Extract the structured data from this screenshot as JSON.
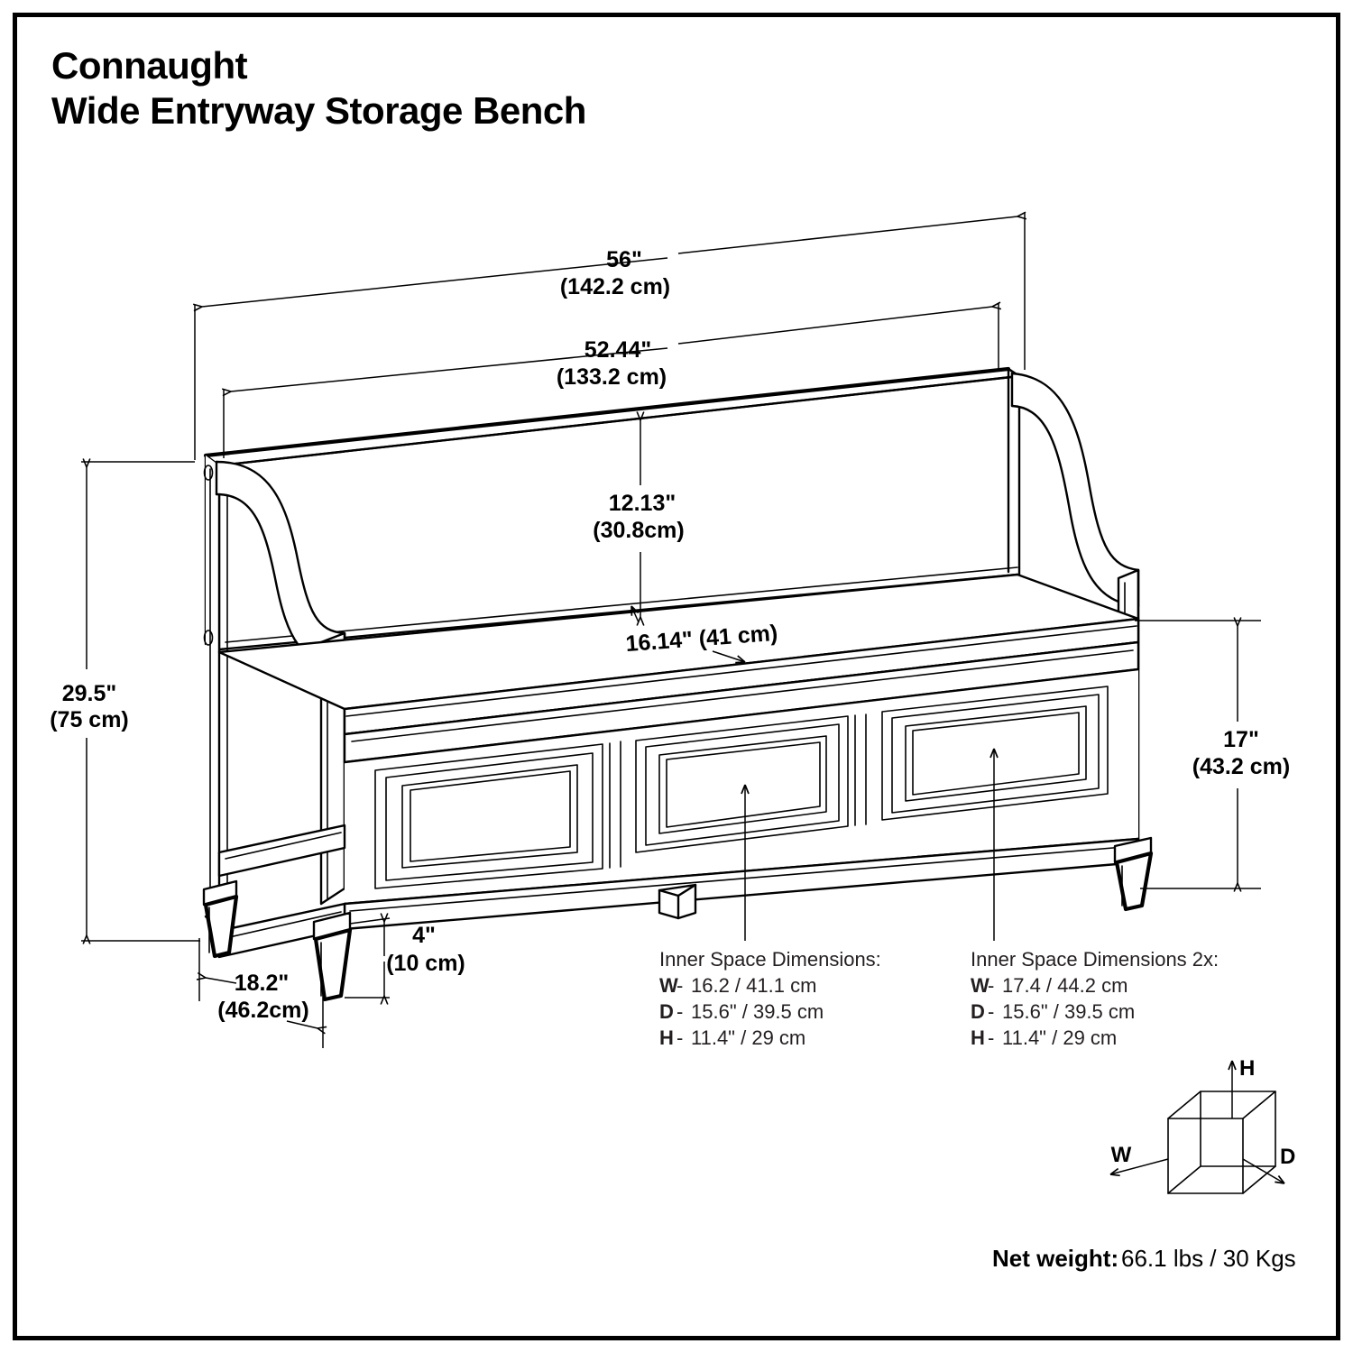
{
  "title": {
    "line1": "Connaught",
    "line2": "Wide Entryway Storage Bench"
  },
  "dimensions": {
    "overall_width": {
      "imperial": "56\"",
      "metric": "(142.2 cm)"
    },
    "inner_width": {
      "imperial": "52.44\"",
      "metric": "(133.2 cm)"
    },
    "back_height": {
      "imperial": "12.13\"",
      "metric": "(30.8cm)"
    },
    "seat_depth": {
      "combined": "16.14\" (41 cm)"
    },
    "overall_height": {
      "imperial": "29.5\"",
      "metric": "(75 cm)"
    },
    "seat_height": {
      "imperial": "17\"",
      "metric": "(43.2 cm)"
    },
    "leg_height": {
      "imperial": "4\"",
      "metric": "(10 cm)"
    },
    "overall_depth": {
      "imperial": "18.2\"",
      "metric": "(46.2cm)"
    }
  },
  "inner_space_1": {
    "heading": "Inner Space Dimensions:",
    "rows": [
      {
        "key": "W",
        "sep": "-",
        "value": "16.2 / 41.1 cm"
      },
      {
        "key": "D",
        "sep": "-",
        "value": "15.6\" / 39.5 cm"
      },
      {
        "key": "H",
        "sep": "-",
        "value": "11.4\" / 29 cm"
      }
    ]
  },
  "inner_space_2": {
    "heading": "Inner Space Dimensions 2x:",
    "rows": [
      {
        "key": "W",
        "sep": "-",
        "value": "17.4 / 44.2 cm"
      },
      {
        "key": "D",
        "sep": "-",
        "value": "15.6\" / 39.5 cm"
      },
      {
        "key": "H",
        "sep": "-",
        "value": "11.4\" / 29 cm"
      }
    ]
  },
  "axis_legend": {
    "height": "H",
    "width": "W",
    "depth": "D"
  },
  "net_weight": {
    "label": "Net weight:",
    "value": "66.1 lbs / 30 Kgs"
  },
  "colors": {
    "ink": "#000000",
    "paper": "#ffffff",
    "text_gray": "#231f20"
  }
}
